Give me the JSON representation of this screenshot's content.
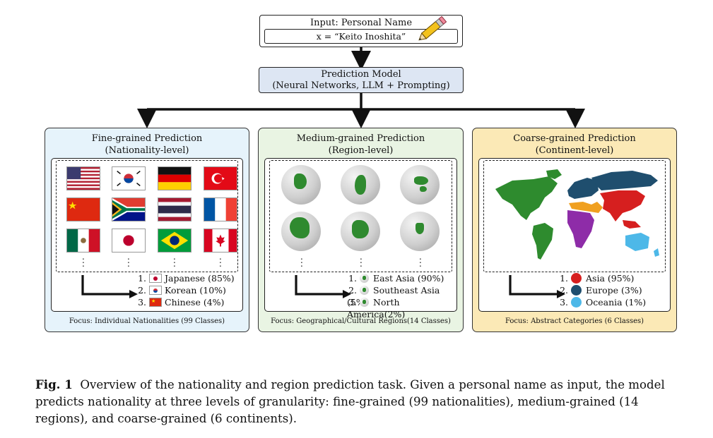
{
  "input": {
    "title": "Input: Personal Name",
    "value": "x = “Keito Inoshita”",
    "icon": "pencil-icon"
  },
  "model": {
    "title": "Prediction Model",
    "subtitle": "(Neural Networks, LLM + Prompting)"
  },
  "panels": {
    "fine": {
      "title": "Fine-grained Prediction",
      "subtitle": "(Nationality-level)",
      "flags": [
        "usa-flag-icon",
        "south-korea-flag-icon",
        "germany-flag-icon",
        "turkey-flag-icon",
        "china-flag-icon",
        "south-africa-flag-icon",
        "thailand-flag-icon",
        "france-flag-icon",
        "mexico-flag-icon",
        "japan-flag-icon",
        "brazil-flag-icon",
        "canada-flag-icon"
      ],
      "results": [
        {
          "n": "1.",
          "label": "Japanese (85%)"
        },
        {
          "n": "2.",
          "label": "Korean (10%)"
        },
        {
          "n": "3.",
          "label": "Chinese (4%)"
        }
      ],
      "focus": "Focus: Individual Nationalities (99 Classes)",
      "color": "#e6f3fb"
    },
    "medium": {
      "title": "Medium-grained Prediction",
      "subtitle": "(Region-level)",
      "results": [
        {
          "n": "1.",
          "label": "East Asia (90%)"
        },
        {
          "n": "2.",
          "label": "Southeast Asia (5%)"
        },
        {
          "n": "3.",
          "label": "North America(2%)"
        }
      ],
      "focus": "Focus: Geographical/Cultural Regions(14 Classes)",
      "color": "#e9f4e3"
    },
    "coarse": {
      "title": "Coarse-grained Prediction",
      "subtitle": "(Continent-level)",
      "results": [
        {
          "n": "1.",
          "label": "Asia (95%)",
          "color": "#d61f1f"
        },
        {
          "n": "2.",
          "label": "Europe (3%)",
          "color": "#1f4e6e"
        },
        {
          "n": "3.",
          "label": "Oceania (1%)",
          "color": "#4db8e8"
        }
      ],
      "focus": "Focus: Abstract Categories (6 Classes)",
      "color": "#fbe9b6"
    }
  },
  "caption": {
    "label": "Fig. 1",
    "text": "Overview of the nationality and region prediction task. Given a personal name as input, the model predicts nationality at three levels of granularity: fine-grained (99 nationalities), medium-grained (14 regions), and coarse-grained (6 continents)."
  }
}
